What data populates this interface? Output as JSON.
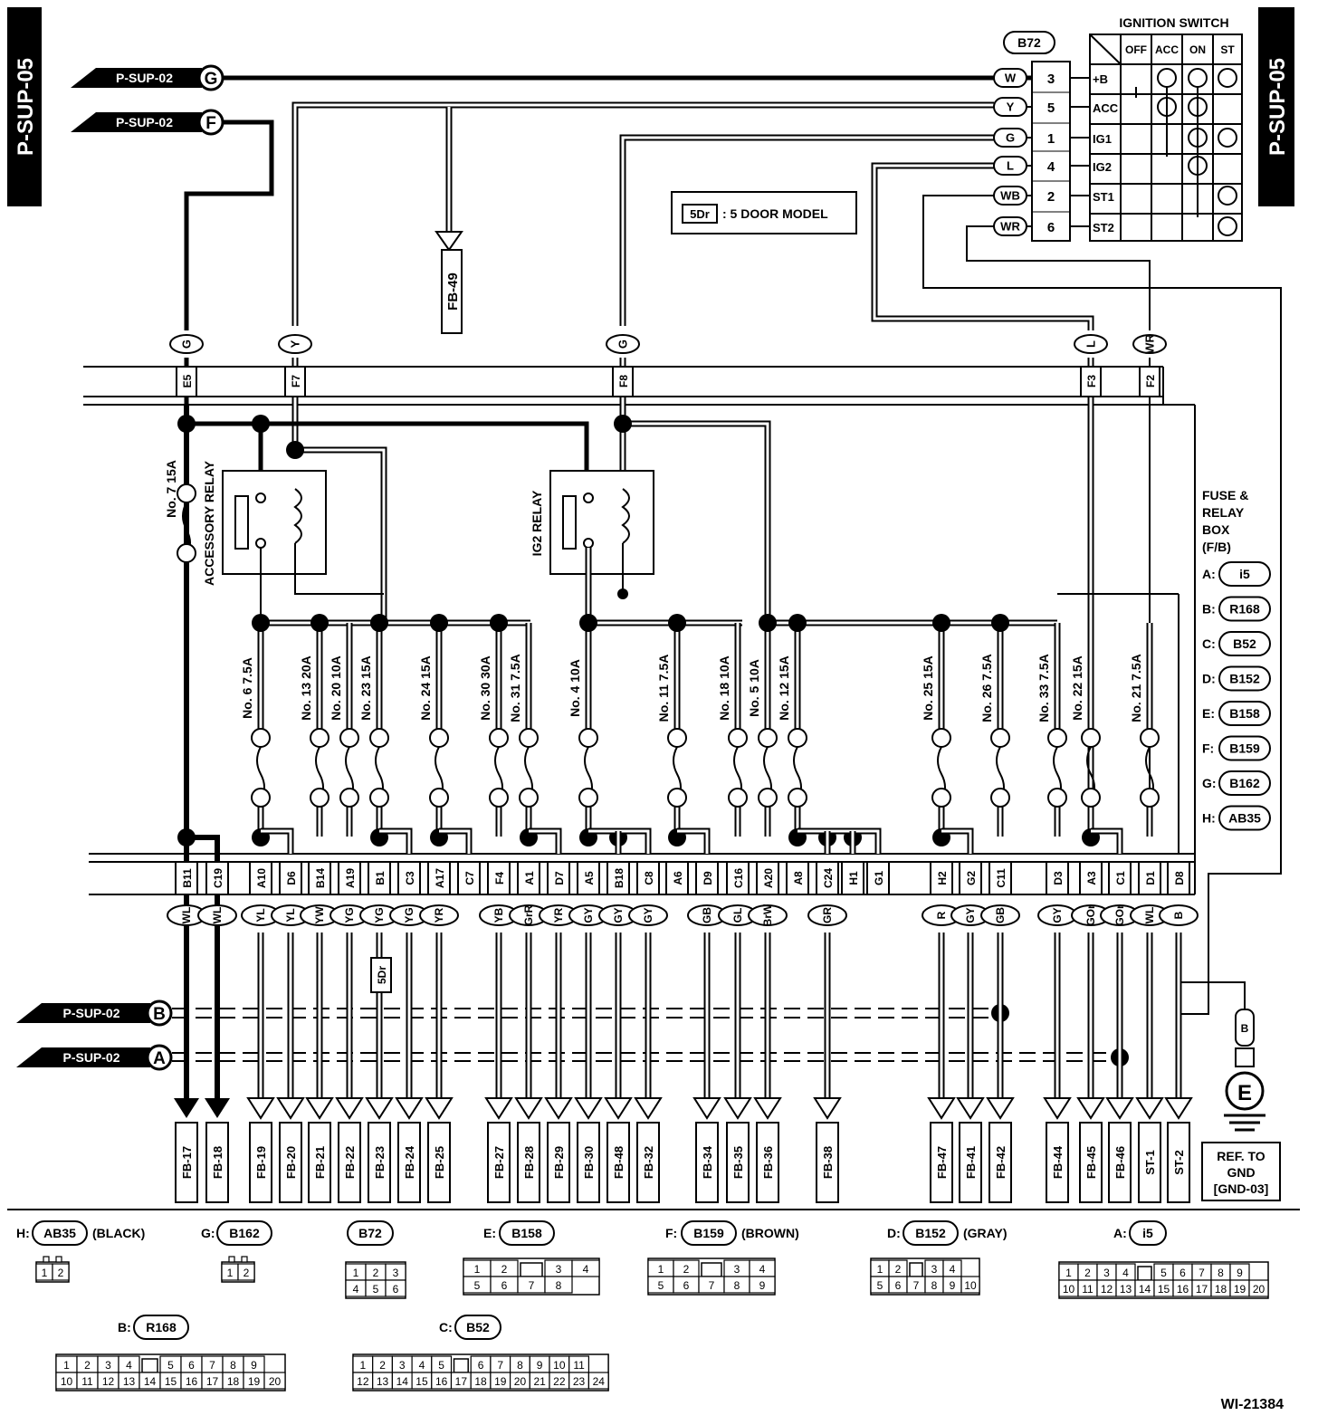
{
  "page_refs": {
    "left": "P-SUP-05",
    "right": "P-SUP-05"
  },
  "figure_id": "WI-21384",
  "connectors_in": [
    {
      "ref": "P-SUP-02",
      "id": "G"
    },
    {
      "ref": "P-SUP-02",
      "id": "F"
    },
    {
      "ref": "P-SUP-02",
      "id": "B"
    },
    {
      "ref": "P-SUP-02",
      "id": "A"
    }
  ],
  "ignition_switch": {
    "title": "IGNITION SWITCH",
    "connector": "B72",
    "columns": [
      "OFF",
      "ACC",
      "ON",
      "ST"
    ],
    "rows": [
      {
        "wire": "W",
        "pin": "3",
        "terminal": "+B"
      },
      {
        "wire": "Y",
        "pin": "5",
        "terminal": "ACC"
      },
      {
        "wire": "G",
        "pin": "1",
        "terminal": "IG1"
      },
      {
        "wire": "L",
        "pin": "4",
        "terminal": "IG2"
      },
      {
        "wire": "WB",
        "pin": "2",
        "terminal": "ST1"
      },
      {
        "wire": "WR",
        "pin": "6",
        "terminal": "ST2"
      }
    ]
  },
  "note": {
    "symbol": "5Dr",
    "text": ": 5 DOOR MODEL"
  },
  "fb49": "FB-49",
  "top_wires": [
    {
      "color": "G",
      "pin": "E5"
    },
    {
      "color": "Y",
      "pin": "F7"
    },
    {
      "color": "G",
      "pin": "F8"
    },
    {
      "color": "L",
      "pin": "F3"
    },
    {
      "color": "WR",
      "pin": "F2"
    }
  ],
  "relays": {
    "accessory": "ACCESSORY RELAY",
    "ig2": "IG2 RELAY"
  },
  "fuses": [
    "No. 7  15A",
    "No. 6  7.5A",
    "No. 13  20A",
    "No. 20  10A",
    "No. 23  15A",
    "No. 24  15A",
    "No. 30  30A",
    "No. 31  7.5A",
    "No. 4  10A",
    "No. 11  7.5A",
    "No. 18  10A",
    "No. 5  10A",
    "No. 12  15A",
    "No. 25  15A",
    "No. 26  7.5A",
    "No. 33  7.5A",
    "No. 22  15A",
    "No. 21  7.5A"
  ],
  "fuse_box": {
    "title": [
      "FUSE &",
      "RELAY",
      "BOX",
      "(F/B)"
    ],
    "connectors": [
      {
        "key": "A:",
        "id": "i5"
      },
      {
        "key": "B:",
        "id": "R168"
      },
      {
        "key": "C:",
        "id": "B52"
      },
      {
        "key": "D:",
        "id": "B152"
      },
      {
        "key": "E:",
        "id": "B158"
      },
      {
        "key": "F:",
        "id": "B159"
      },
      {
        "key": "G:",
        "id": "B162"
      },
      {
        "key": "H:",
        "id": "AB35"
      }
    ]
  },
  "bottom_pins": [
    "B11",
    "C19",
    "A10",
    "D6",
    "B14",
    "A19",
    "B1",
    "C3",
    "A17",
    "C7",
    "F4",
    "A1",
    "D7",
    "A5",
    "B18",
    "C8",
    "A6",
    "D9",
    "C16",
    "A20",
    "A8",
    "C24",
    "H1",
    "G1",
    "H2",
    "G2",
    "C11",
    "D3",
    "A3",
    "C1",
    "D1",
    "D8"
  ],
  "outputs": [
    {
      "wire": "WL",
      "dest": "FB-17"
    },
    {
      "wire": "WL",
      "dest": "FB-18"
    },
    {
      "wire": "YL",
      "dest": "FB-19"
    },
    {
      "wire": "YL",
      "dest": "FB-20"
    },
    {
      "wire": "YW",
      "dest": "FB-21"
    },
    {
      "wire": "YG",
      "dest": "FB-22"
    },
    {
      "wire": "YG",
      "dest": "FB-23"
    },
    {
      "wire": "YG",
      "dest": "FB-24"
    },
    {
      "wire": "YR",
      "dest": "FB-25"
    },
    {
      "wire": "YB",
      "dest": "FB-27"
    },
    {
      "wire": "GrR",
      "dest": "FB-28"
    },
    {
      "wire": "YR",
      "dest": "FB-29"
    },
    {
      "wire": "GY",
      "dest": "FB-30"
    },
    {
      "wire": "GY",
      "dest": "FB-48"
    },
    {
      "wire": "GY",
      "dest": "FB-32"
    },
    {
      "wire": "GB",
      "dest": "FB-34"
    },
    {
      "wire": "GL",
      "dest": "FB-35"
    },
    {
      "wire": "BrW",
      "dest": "FB-36"
    },
    {
      "wire": "GR",
      "dest": "FB-38"
    },
    {
      "wire": "R",
      "dest": "FB-47"
    },
    {
      "wire": "GY",
      "dest": "FB-41"
    },
    {
      "wire": "GB",
      "dest": "FB-42"
    },
    {
      "wire": "GY",
      "dest": "FB-44"
    },
    {
      "wire": "GOr",
      "dest": "FB-45"
    },
    {
      "wire": "GOr",
      "dest": "FB-46"
    },
    {
      "wire": "WL",
      "dest": "ST-1"
    },
    {
      "wire": "B",
      "dest": "ST-2"
    }
  ],
  "ground": {
    "wire": "B",
    "symbol": "E",
    "ref": [
      "REF. TO",
      "GND",
      "[GND-03]"
    ]
  },
  "connector_views": [
    {
      "key": "H:",
      "id": "AB35",
      "color": "(BLACK)"
    },
    {
      "key": "G:",
      "id": "B162",
      "color": ""
    },
    {
      "key": "",
      "id": "B72",
      "color": ""
    },
    {
      "key": "E:",
      "id": "B158",
      "color": ""
    },
    {
      "key": "F:",
      "id": "B159",
      "color": "(BROWN)"
    },
    {
      "key": "D:",
      "id": "B152",
      "color": "(GRAY)"
    },
    {
      "key": "A:",
      "id": "i5",
      "color": ""
    },
    {
      "key": "B:",
      "id": "R168",
      "color": ""
    },
    {
      "key": "C:",
      "id": "B52",
      "color": ""
    }
  ]
}
